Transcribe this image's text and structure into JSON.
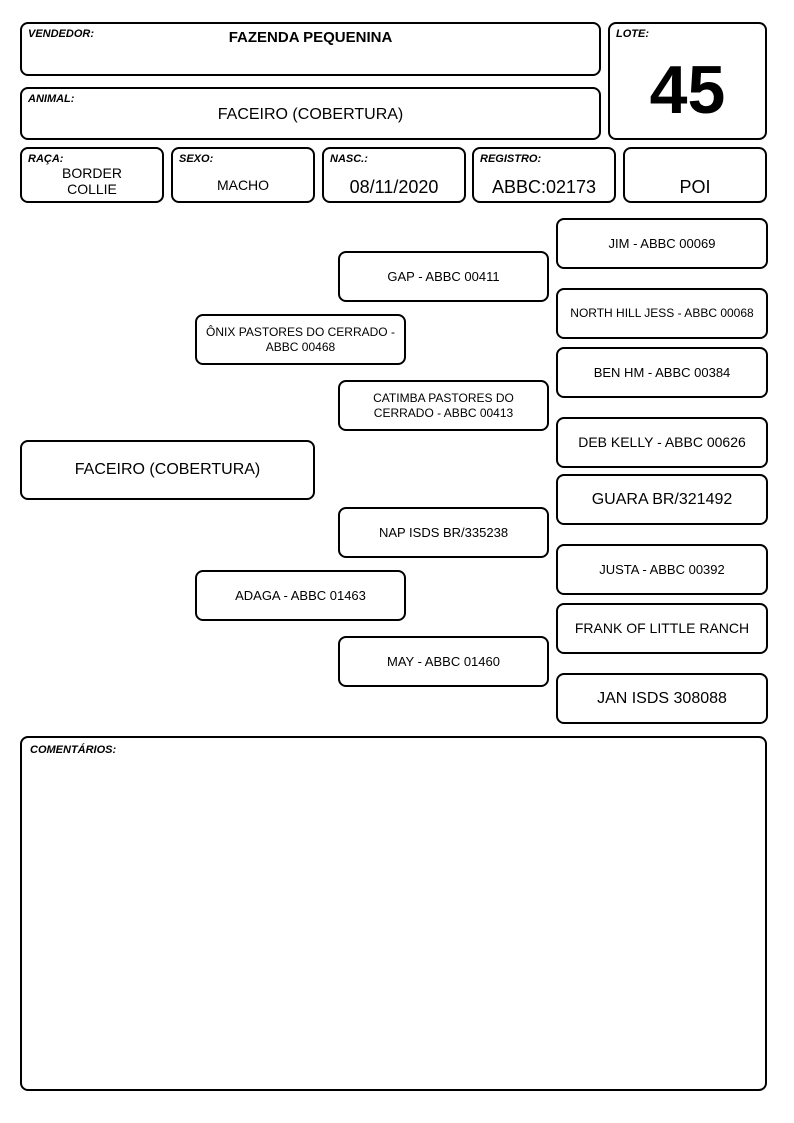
{
  "header": {
    "vendedor_label": "VENDEDOR:",
    "vendedor": "FAZENDA PEQUENINA",
    "animal_label": "ANIMAL:",
    "animal": "FACEIRO (COBERTURA)",
    "lote_label": "LOTE:",
    "lote": "45"
  },
  "details": {
    "raca_label": "RAÇA:",
    "raca": "BORDER COLLIE",
    "sexo_label": "SEXO:",
    "sexo": "MACHO",
    "nasc_label": "NASC.:",
    "nasc": "08/11/2020",
    "registro_label": "REGISTRO:",
    "registro": "ABBC:02173",
    "extra": "POI"
  },
  "pedigree": {
    "subject": "FACEIRO (COBERTURA)",
    "sire": "ÔNIX PASTORES DO CERRADO - ABBC 00468",
    "dam": "ADAGA - ABBC 01463",
    "sire_sire": "GAP - ABBC 00411",
    "sire_dam": "CATIMBA PASTORES DO CERRADO - ABBC 00413",
    "dam_sire": "NAP ISDS BR/335238",
    "dam_dam": "MAY - ABBC 01460",
    "ggp": [
      "JIM - ABBC 00069",
      "NORTH HILL JESS - ABBC 00068",
      "BEN HM - ABBC 00384",
      "DEB KELLY - ABBC 00626",
      "GUARA BR/321492",
      "JUSTA - ABBC 00392",
      "FRANK OF LITTLE RANCH",
      "JAN ISDS 308088"
    ]
  },
  "comments": {
    "label": "COMENTÁRIOS:",
    "text": ""
  }
}
